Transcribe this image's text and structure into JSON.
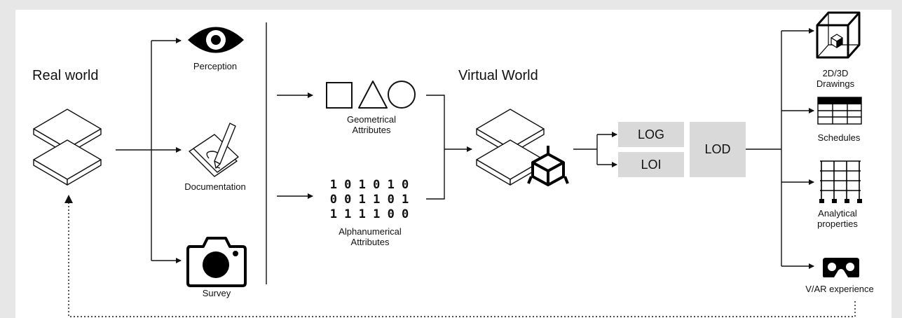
{
  "real_world": "Real world",
  "virtual_world": "Virtual World",
  "perception": "Perception",
  "documentation": "Documentation",
  "survey": "Survey",
  "geometrical_attributes": [
    "Geometrical",
    "Attributes"
  ],
  "alphanumerical_attributes": [
    "Alphanumerical",
    "Attributes"
  ],
  "binary_rows": [
    "1 0 1 0 1 0",
    "0 0 1 1 0 1",
    "1 1 1 1 0 0"
  ],
  "log": "LOG",
  "loi": "LOI",
  "lod": "LOD",
  "outputs": {
    "drawings": [
      "2D/3D",
      "Drawings"
    ],
    "schedules": "Schedules",
    "analytical": [
      "Analytical",
      "properties"
    ],
    "var": "V/AR experience"
  },
  "icons": [
    "i-beam-icon",
    "eye-icon",
    "sketch-pen-icon",
    "camera-icon",
    "square-icon",
    "triangle-icon",
    "circle-icon",
    "cube-icon",
    "schedule-table-icon",
    "frame-grid-icon",
    "vr-headset-icon",
    "3d-box-icon"
  ]
}
